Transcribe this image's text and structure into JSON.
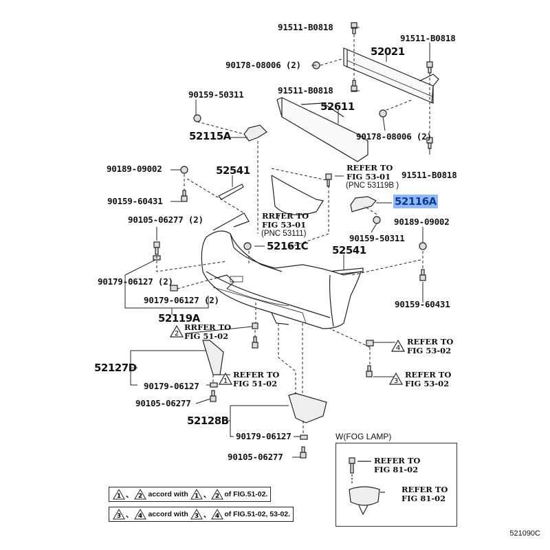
{
  "diagram": {
    "title": "Front Bumper Parts Diagram",
    "figure_code": "521090C",
    "highlight_color": "#8fb8f8",
    "parts": [
      {
        "id": "p1",
        "number": "91511-B0818",
        "name": "bolt-top-center"
      },
      {
        "id": "p2",
        "number": "91511-B0818",
        "name": "bolt-top-right"
      },
      {
        "id": "p3",
        "number": "52021",
        "name": "bumper-reinforcement"
      },
      {
        "id": "p4",
        "number": "90178-08006 (2)",
        "name": "nut-left"
      },
      {
        "id": "p5",
        "number": "91511-B0818",
        "name": "bolt-mid-center"
      },
      {
        "id": "p6",
        "number": "90159-50311",
        "name": "screw-left-bracket"
      },
      {
        "id": "p7",
        "number": "52611",
        "name": "energy-absorber"
      },
      {
        "id": "p8",
        "number": "52115A",
        "name": "bracket-left"
      },
      {
        "id": "p9",
        "number": "90178-08006 (2)",
        "name": "nut-right"
      },
      {
        "id": "p10",
        "number": "91511-B0818",
        "name": "bolt-lower-right"
      },
      {
        "id": "p11",
        "number": "90189-09002",
        "name": "nut-clip-left"
      },
      {
        "id": "p12",
        "number": "52541",
        "name": "trim-strip-left"
      },
      {
        "id": "p13",
        "number": "90159-60431",
        "name": "screw-left"
      },
      {
        "id": "p14",
        "number": "52116A",
        "name": "bracket-right",
        "highlighted": true
      },
      {
        "id": "p15",
        "number": "90105-06277 (2)",
        "name": "bolt-upper-left"
      },
      {
        "id": "p16",
        "number": "90159-50311",
        "name": "screw-right-bracket"
      },
      {
        "id": "p17",
        "number": "90189-09002",
        "name": "nut-clip-right"
      },
      {
        "id": "p18",
        "number": "52161C",
        "name": "clip-center"
      },
      {
        "id": "p19",
        "number": "52541",
        "name": "trim-strip-right"
      },
      {
        "id": "p20",
        "number": "90179-06127 (2)",
        "name": "nut-upper"
      },
      {
        "id": "p21",
        "number": "90179-06127 (2)",
        "name": "nut-lower"
      },
      {
        "id": "p22",
        "number": "90159-60431",
        "name": "screw-right"
      },
      {
        "id": "p23",
        "number": "52119A",
        "name": "bumper-cover"
      },
      {
        "id": "p24",
        "number": "52127D",
        "name": "fog-bracket-left"
      },
      {
        "id": "p25",
        "number": "90179-06127",
        "name": "nut-left-bottom"
      },
      {
        "id": "p26",
        "number": "90105-06277",
        "name": "bolt-left-bottom"
      },
      {
        "id": "p27",
        "number": "52128B",
        "name": "fog-bracket-right"
      },
      {
        "id": "p28",
        "number": "90179-06127",
        "name": "nut-right-bottom"
      },
      {
        "id": "p29",
        "number": "90105-06277",
        "name": "bolt-right-bottom"
      }
    ],
    "references": [
      {
        "line1": "REFER TO",
        "line2": "FIG 53-01",
        "line3": "(PNC 53119B )"
      },
      {
        "line1": "RRFER TO",
        "line2": "FIG 53-01",
        "line3": "(PNC 53111)"
      },
      {
        "badge": "2",
        "line1": "RRFER TO",
        "line2": "FIG 51-02"
      },
      {
        "badge": "1",
        "line1": "REFER TO",
        "line2": "FIG 51-02"
      },
      {
        "badge": "4",
        "line1": "REFER TO",
        "line2": "FIG 53-02"
      },
      {
        "badge": "3",
        "line1": "REFER TO",
        "line2": "FIG 53-02"
      }
    ],
    "fog_lamp": {
      "title": "W(FOG LAMP)",
      "refs": [
        {
          "line1": "REFER TO",
          "line2": "FIG 81-02"
        },
        {
          "line1": "REFER TO",
          "line2": "FIG 81-02"
        }
      ]
    },
    "notes": [
      {
        "a": "1",
        "b": "2",
        "sep": "、",
        "mid": "accord with",
        "c": "1",
        "d": "2",
        "tail": "of FIG.51-02."
      },
      {
        "a": "3",
        "b": "4",
        "sep": "、",
        "mid": "accord with",
        "c": "3",
        "d": "4",
        "tail": "of FIG.51-02, 53-02."
      }
    ]
  }
}
